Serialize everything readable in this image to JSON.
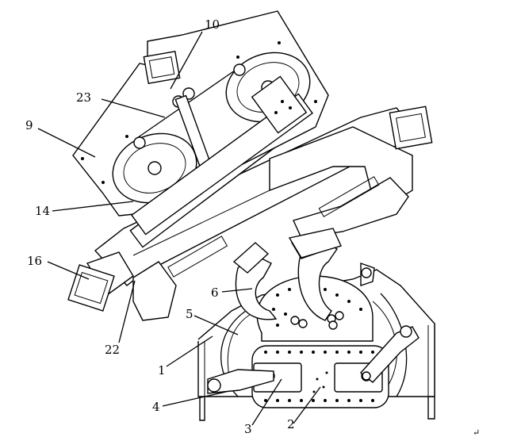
{
  "labels": {
    "l1": "1",
    "l2": "2",
    "l3": "3",
    "l4": "4",
    "l5": "5",
    "l6": "6",
    "l9": "9",
    "l10": "10",
    "l14": "14",
    "l16": "16",
    "l22": "22",
    "l23": "23",
    "mark": "↵"
  }
}
